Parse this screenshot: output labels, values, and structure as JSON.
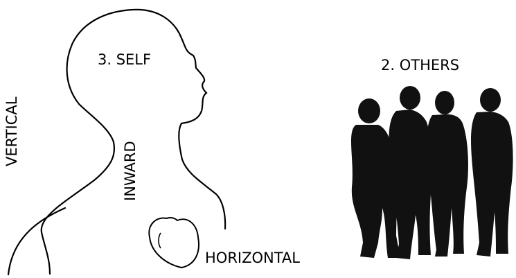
{
  "labels": {
    "self": "3.  SELF",
    "others": "2.  OTHERS",
    "horizontal": "HORIZONTAL",
    "vertical": "VERTICAL",
    "inward": "INWARD"
  },
  "colors": {
    "ink": "#000000",
    "background": "#ffffff"
  }
}
